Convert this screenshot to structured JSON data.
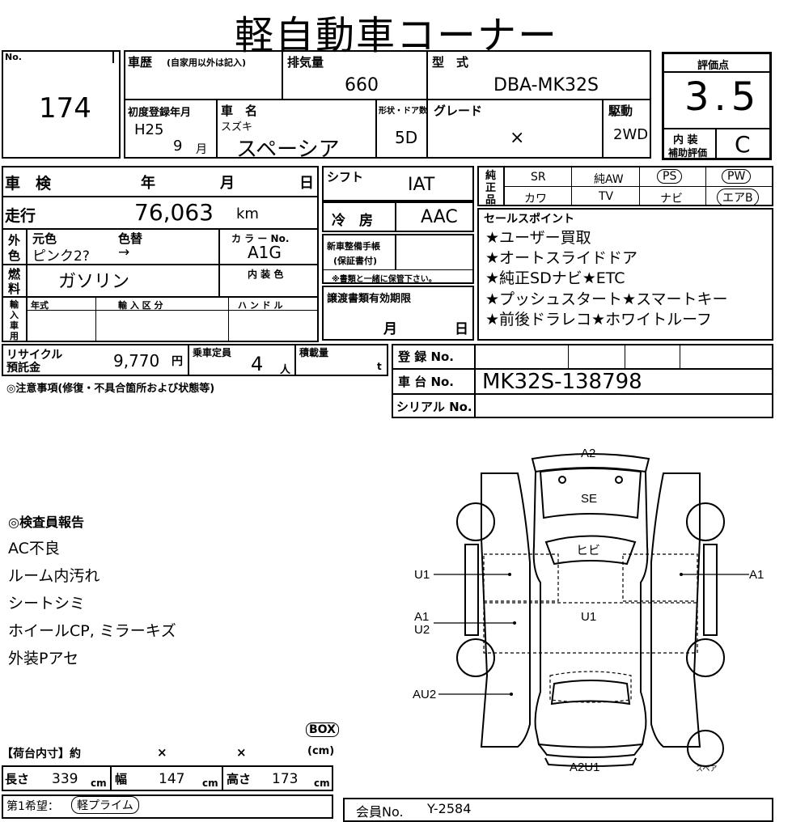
{
  "title": "軽自動車コーナー",
  "lot": {
    "label": "No.",
    "number": "174"
  },
  "history": {
    "label": "車歴",
    "note": "(自家用以外は記入)"
  },
  "displacement": {
    "label": "排気量",
    "value": "660"
  },
  "model": {
    "label": "型　式",
    "value": "DBA-MK32S"
  },
  "score": {
    "label": "評価点",
    "value": "3.5",
    "interior_label_1": "内 装",
    "interior_label_2": "補助評価",
    "interior_value": "C"
  },
  "first_reg": {
    "label": "初度登録年月",
    "era_year": "H25",
    "month": "9",
    "month_unit": "月"
  },
  "car_name": {
    "label": "車　名",
    "maker": "スズキ",
    "name": "スペーシア"
  },
  "doors": {
    "label": "形状・ドア数",
    "value": "5D"
  },
  "grade": {
    "label": "グレード",
    "value": "×"
  },
  "drive": {
    "label": "駆動",
    "value": "2WD"
  },
  "inspection": {
    "label": "車　検",
    "year": "年",
    "month": "月",
    "day": "日"
  },
  "shift": {
    "label": "シフト",
    "value": "IAT"
  },
  "genuine": {
    "label_1": "純",
    "label_2": "正",
    "label_3": "品",
    "items": [
      "SR",
      "純AW",
      "PS",
      "PW",
      "カワ",
      "TV",
      "ナビ",
      "エアB"
    ]
  },
  "mileage": {
    "label": "走行",
    "value": "76,063",
    "unit": "km"
  },
  "ac": {
    "label": "冷　房",
    "value": "AAC"
  },
  "sales_points": {
    "label": "セールスポイント",
    "items": [
      "★ユーザー買取",
      "★オートスライドドア",
      "★純正SDナビ★ETC",
      "★プッシュスタート★スマートキー",
      "★前後ドラレコ★ホワイトルーフ"
    ]
  },
  "color": {
    "label_1": "外",
    "label_2": "色",
    "orig_label": "元色",
    "change_label": "色替",
    "orig_value": "ピンク2?",
    "change_value": "→",
    "code_label": "カ ラ ー No.",
    "code_value": "A1G",
    "interior_label": "内 装 色"
  },
  "manual": {
    "label_1": "新車整備手帳",
    "label_2": "(保証書付)",
    "note": "※書類と一緒に保管下さい。"
  },
  "fuel": {
    "label_1": "燃",
    "label_2": "料",
    "value": "ガソリン"
  },
  "import": {
    "label_1": "輸",
    "label_2": "入",
    "label_3": "車",
    "label_4": "用",
    "year_label": "年式",
    "class_label": "輸 入 区 分",
    "handle_label": "ハ ン ド ル"
  },
  "transfer": {
    "label": "譲渡書類有効期限",
    "month": "月",
    "day": "日"
  },
  "recycle": {
    "label_1": "リサイクル",
    "label_2": "預託金",
    "value": "9,770",
    "unit": "円"
  },
  "capacity": {
    "label": "乗車定員",
    "value": "4",
    "unit": "人"
  },
  "load": {
    "label": "積載量",
    "unit": "t"
  },
  "registration": {
    "label": "登 録 No."
  },
  "chassis": {
    "label": "車 台 No.",
    "value": "MK32S-138798"
  },
  "serial": {
    "label": "シリアル No."
  },
  "caution": {
    "label": "◎注意事項(修復・不具合箇所および状態等)"
  },
  "inspector": {
    "label": "◎検査員報告",
    "items": [
      "AC不良",
      "ルーム内汚れ",
      "シートシミ",
      "ホイールCP, ミラーキズ",
      "外装Pアセ"
    ]
  },
  "diagram": {
    "labels": {
      "top": "A2",
      "hood": "SE",
      "windshield": "ヒビ",
      "left1": "U1",
      "right1": "A1",
      "center": "U1",
      "left2a": "A1",
      "left2b": "U2",
      "left3": "AU2",
      "bottom": "A2U1",
      "spare": "スペア"
    }
  },
  "cargo": {
    "label": "【荷台内寸】約",
    "x1": "×",
    "x2": "×",
    "box_label": "BOX",
    "unit_label": "(cm)",
    "length_label": "長さ",
    "length": "339",
    "width_label": "幅",
    "width": "147",
    "height_label": "高さ",
    "height": "173",
    "cm": "cm"
  },
  "wish": {
    "label": "第1希望：",
    "value": "軽プライム"
  },
  "member": {
    "label": "会員No.",
    "value": "Y-2584"
  }
}
